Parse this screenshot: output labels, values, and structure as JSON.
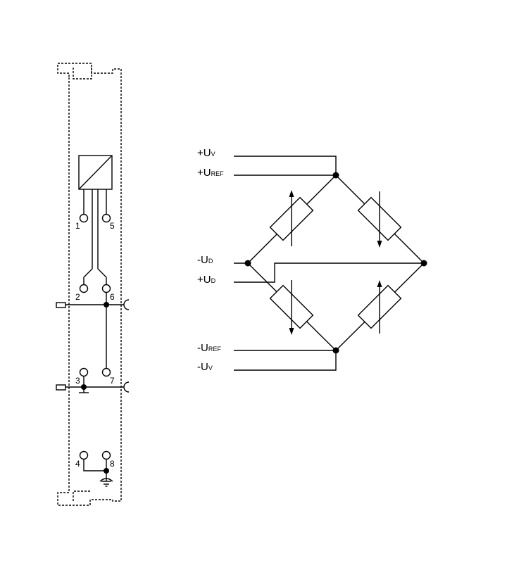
{
  "terminals": [
    "1",
    "2",
    "3",
    "4",
    "5",
    "6",
    "7",
    "8"
  ],
  "signals": {
    "plus_uv": {
      "main": "+U",
      "sub": "V"
    },
    "plus_uref": {
      "main": "+U",
      "sub": "REF"
    },
    "minus_ud": {
      "main": "-U",
      "sub": "D"
    },
    "plus_ud": {
      "main": "+U",
      "sub": "D"
    },
    "minus_uref": {
      "main": "-U",
      "sub": "REF"
    },
    "minus_uv": {
      "main": "-U",
      "sub": "V"
    }
  }
}
